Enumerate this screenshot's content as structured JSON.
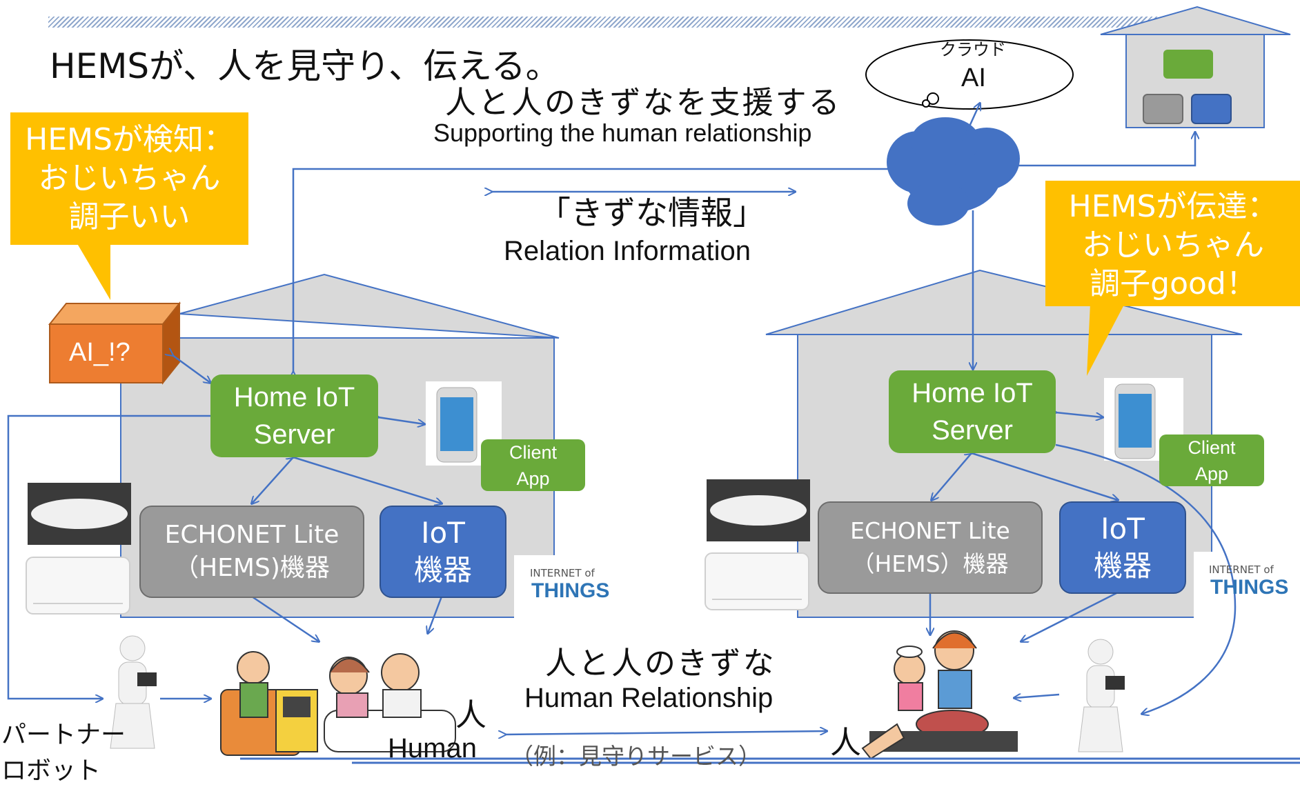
{
  "title": "HEMSが、人を見守り、伝える。",
  "subtitle": {
    "jp": "人と人のきずなを支援する",
    "en": "Supporting the human relationship"
  },
  "cloud": {
    "small_label": "クラウド",
    "label": "AI"
  },
  "relation_info": {
    "jp": "「きずな情報」",
    "en": "Relation Information"
  },
  "callout_left": "HEMSが検知：\nおじいちゃん\n調子いい",
  "callout_right": "HEMSが伝達：\nおじいちゃん\n調子good！",
  "ai_cube": "AI_!?",
  "left_house": {
    "server": "Home IoT\nServer",
    "client_app": "Client\nApp",
    "echonet": "ECHONET Lite\n（HEMS)機器",
    "iot": "IoT\n機器"
  },
  "right_house": {
    "server": "Home IoT\nServer",
    "client_app": "Client\nApp",
    "echonet": "ECHONET Lite\n（HEMS）機器",
    "iot": "IoT\n機器"
  },
  "iot_logo": {
    "line1": "INTERNET of",
    "line2": "THINGS"
  },
  "human_relationship": {
    "jp": "人と人のきずな",
    "en": "Human Relationship"
  },
  "person_label": "人",
  "person_label_right": "人",
  "human_label": "Human",
  "example": "（例：見守りサービス）",
  "partner_robot": "パートナー\nロボット",
  "colors": {
    "green": "#6aaa3a",
    "blue": "#4472c4",
    "gray": "#9a9a9a",
    "orange": "#ed7d31",
    "yellow": "#ffc000",
    "house": "#d9d9d9",
    "line": "#4472c4"
  }
}
